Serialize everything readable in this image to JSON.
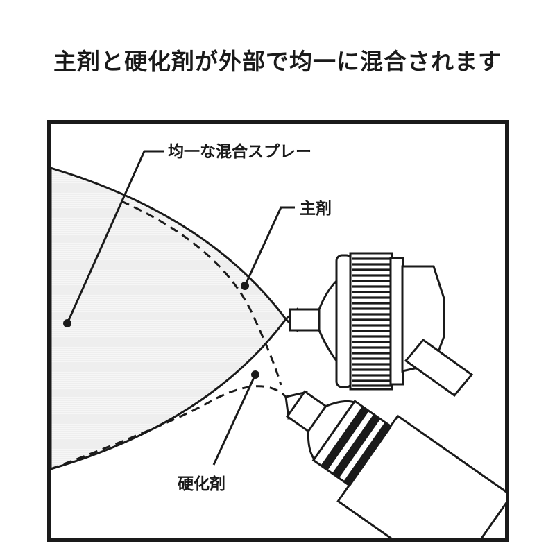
{
  "title": "主剤と硬化剤が外部で均一に混合されます",
  "labels": {
    "uniform_spray": "均一な混合スプレー",
    "main_agent": "主剤",
    "hardener": "硬化剤"
  },
  "colors": {
    "ink": "#1a1a1a",
    "spray_fill": "#f0f0f0",
    "background": "#ffffff"
  }
}
